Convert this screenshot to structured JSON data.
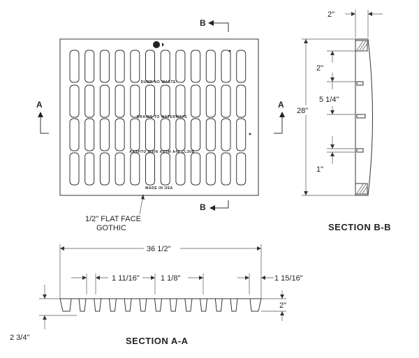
{
  "drawing": {
    "plan_view": {
      "section_marks": {
        "a_left": "A",
        "a_right": "A",
        "b_top": "B",
        "b_bottom": "B"
      },
      "embossed_text": {
        "line1": "DUMP NO WASTE!",
        "line2": "DRAINS TO WATERWAYS",
        "line3": "AASHTO M306   ASTM A48 CL30B",
        "line4": "MADE IN USA"
      },
      "callout": {
        "line1": "1/2\" FLAT FACE",
        "line2": "GOTHIC"
      }
    },
    "section_b": {
      "title": "SECTION B-B",
      "dim_top": "2\"",
      "dim_overall": "28\"",
      "dim_upper": "2\"",
      "dim_spacing": "5 1/4\"",
      "dim_lower": "1\""
    },
    "section_a": {
      "title": "SECTION A-A",
      "dim_overall": "36 1/2\"",
      "dim_left": "1 11/16\"",
      "dim_middle": "1 1/8\"",
      "dim_right": "1 15/16\"",
      "dim_depth": "2\"",
      "dim_total": "2 3/4\""
    }
  }
}
